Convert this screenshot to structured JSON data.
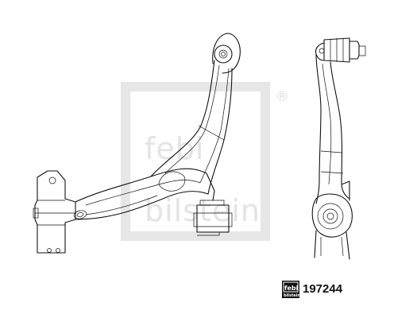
{
  "watermark": {
    "logo_text": "febi",
    "sub_text": "bilstein",
    "registered_mark": "®"
  },
  "badge": {
    "logo_text": "febi",
    "sub_text": "bilstein"
  },
  "part_number": "197244",
  "colors": {
    "line": "#111111",
    "watermark": "#e4e4e4",
    "badge": "#111111"
  }
}
